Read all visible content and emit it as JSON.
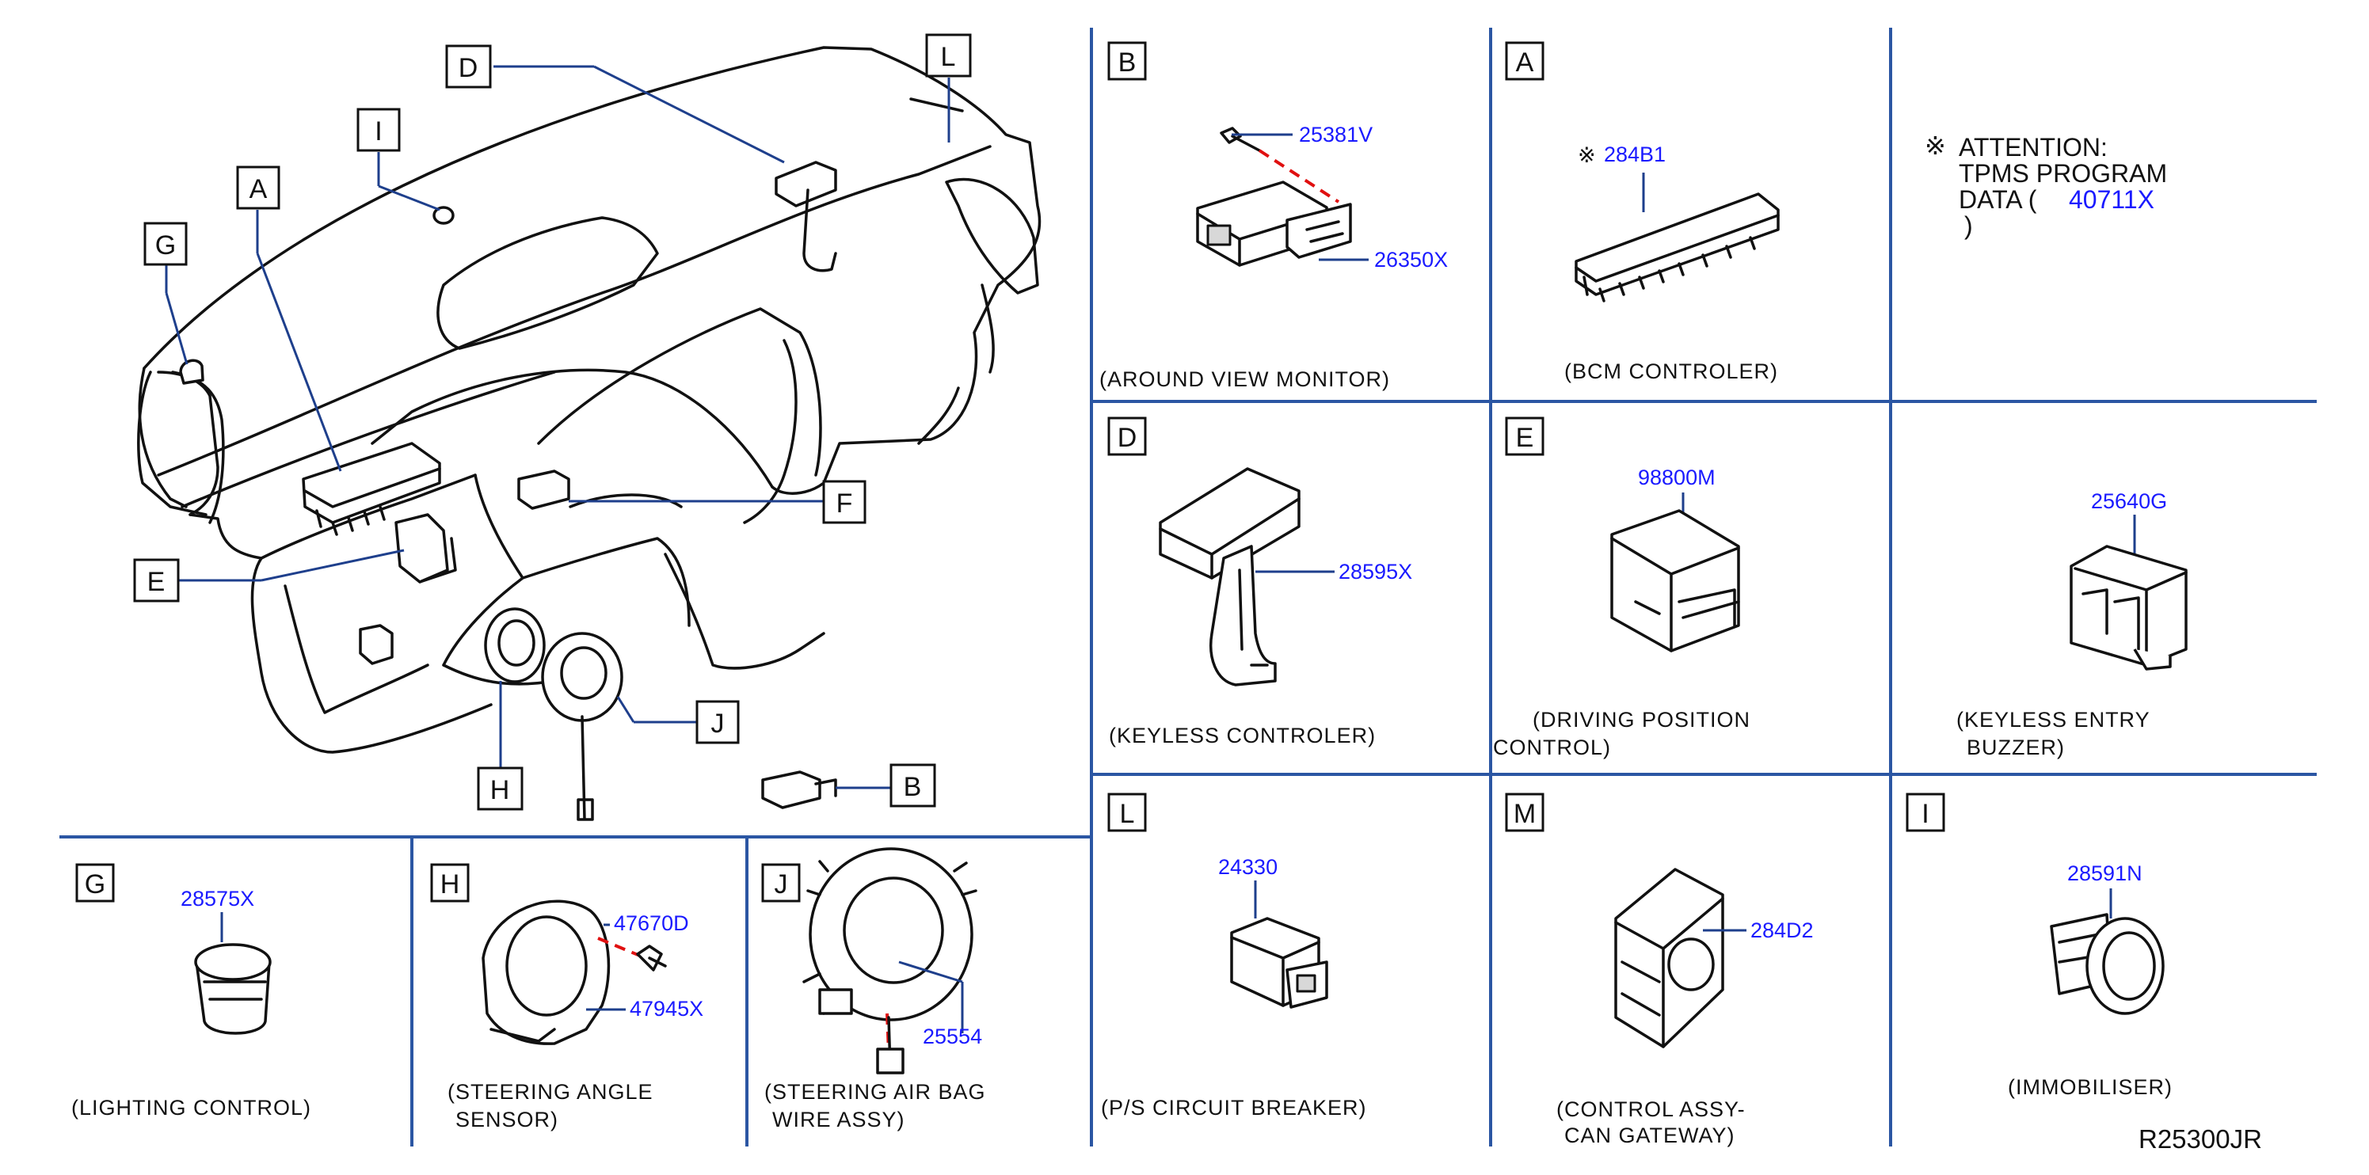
{
  "diagram_code": "R25300JR",
  "attention": {
    "mark": "※",
    "line1": "ATTENTION:",
    "line2": "TPMS  PROGRAM",
    "line3_prefix": "DATA  (",
    "line3_code": "40711X",
    "line4": ")"
  },
  "overview_callouts": [
    "D",
    "L",
    "I",
    "A",
    "G",
    "F",
    "E",
    "J",
    "H",
    "B"
  ],
  "panels": {
    "b": {
      "letter": "B",
      "parts": [
        "25381V",
        "26350X"
      ],
      "caption": [
        "(AROUND   VIEW   MONITOR)"
      ]
    },
    "a": {
      "letter": "A",
      "mark": "※",
      "parts": [
        "284B1"
      ],
      "caption": [
        "(BCM   CONTROLER)"
      ]
    },
    "d": {
      "letter": "D",
      "parts": [
        "28595X"
      ],
      "caption": [
        "(KEYLESS   CONTROLER)"
      ]
    },
    "e": {
      "letter": "E",
      "parts": [
        "98800M"
      ],
      "caption": [
        "(DRIVING   POSITION",
        "CONTROL)"
      ]
    },
    "buzzer": {
      "parts": [
        "25640G"
      ],
      "caption": [
        "(KEYLESS   ENTRY",
        "BUZZER)"
      ]
    },
    "l": {
      "letter": "L",
      "parts": [
        "24330"
      ],
      "caption": [
        "(P/S   CIRCUIT   BREAKER)"
      ]
    },
    "m": {
      "letter": "M",
      "parts": [
        "284D2"
      ],
      "caption": [
        "(CONTROL  ASSY-",
        "CAN   GATEWAY)"
      ]
    },
    "i": {
      "letter": "I",
      "parts": [
        "28591N"
      ],
      "caption": [
        "(IMMOBILISER)"
      ]
    },
    "g": {
      "letter": "G",
      "parts": [
        "28575X"
      ],
      "caption": [
        "(LIGHTING   CONTROL)"
      ]
    },
    "h": {
      "letter": "H",
      "parts": [
        "47670D",
        "47945X"
      ],
      "caption": [
        "(STEERING   ANGLE",
        "SENSOR)"
      ]
    },
    "j": {
      "letter": "J",
      "parts": [
        "25554"
      ],
      "caption": [
        "(STEERING   AIR  BAG",
        "WIRE   ASSY)"
      ]
    }
  },
  "colors": {
    "grid_lines": "#2b56a3",
    "part_numbers": "#1a1aff",
    "leader_lines": "#1e3f8c",
    "dashed_fastener": "#e01010"
  }
}
